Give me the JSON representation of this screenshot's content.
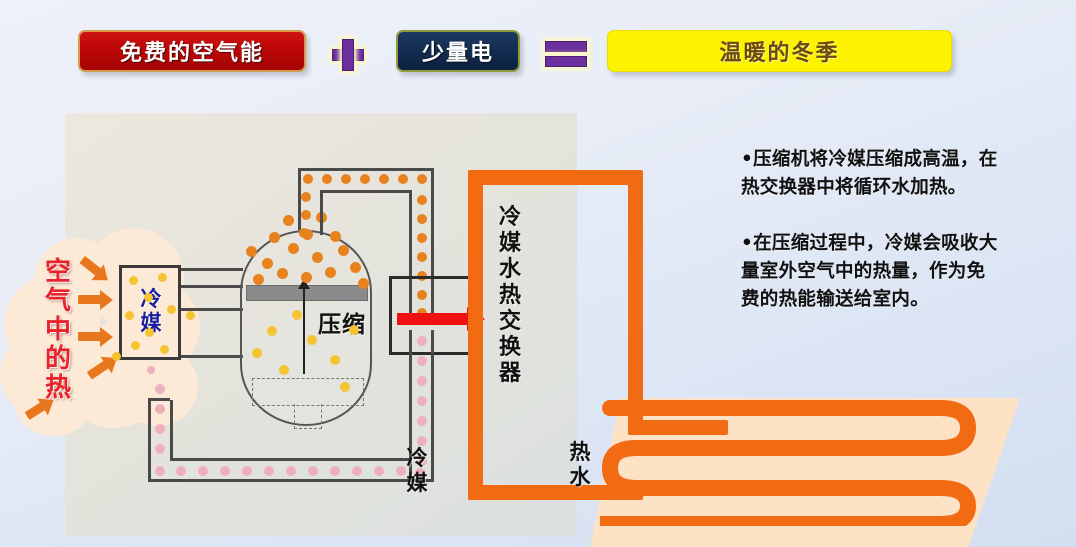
{
  "header": {
    "term1": "免费的空气能",
    "operator1": "＋",
    "term2": "少量电",
    "operator2": "＝",
    "result": "温暖的冬季",
    "colors": {
      "term1_bg": "#bc0707",
      "term1_border": "#d79a4a",
      "term2_bg": "#142c4f",
      "term2_border": "#8f9a3c",
      "result_bg": "#fdf200",
      "result_text": "#6a4a12",
      "operator": "#6b2f9e"
    }
  },
  "diagram": {
    "cloud_label": "空气中的热",
    "cloud_label_chars": [
      "空",
      "气",
      "中",
      "的",
      "热"
    ],
    "cloud_label_color": "#e8232b",
    "evaporator_label": "冷媒",
    "evaporator_label_chars": [
      "冷",
      "媒"
    ],
    "evaporator_label_color": "#1c1f9c",
    "compressor_label": "压缩",
    "heat_exchanger_label": "冷媒水热交换器",
    "heat_exchanger_label_chars": [
      "冷",
      "媒",
      "水",
      "热",
      "交",
      "换",
      "器"
    ],
    "refrigerant_return_label": "冷媒",
    "refrigerant_return_chars": [
      "冷",
      "媒"
    ],
    "hot_water_label": "热水",
    "hot_water_chars": [
      "热",
      "水"
    ],
    "colors": {
      "hot_pipe": "#f26a12",
      "hot_gas_dot": "#e8821e",
      "cold_liquid_dot": "#f5c431",
      "low_pressure_dot": "#edb0bc",
      "red_arrow": "#ee1111",
      "air_arrow": "#e8761c",
      "panel_bg": "#e6e4dc",
      "cloud_bg": "#fce9d6",
      "floor_bg": "#fde2c6"
    }
  },
  "notes": [
    "•压缩机将冷媒压缩成高温，在热交换器中将循环水加热。",
    "•在压缩过程中，冷媒会吸收大量室外空气中的热量，作为免费的热能输送给室内。"
  ]
}
